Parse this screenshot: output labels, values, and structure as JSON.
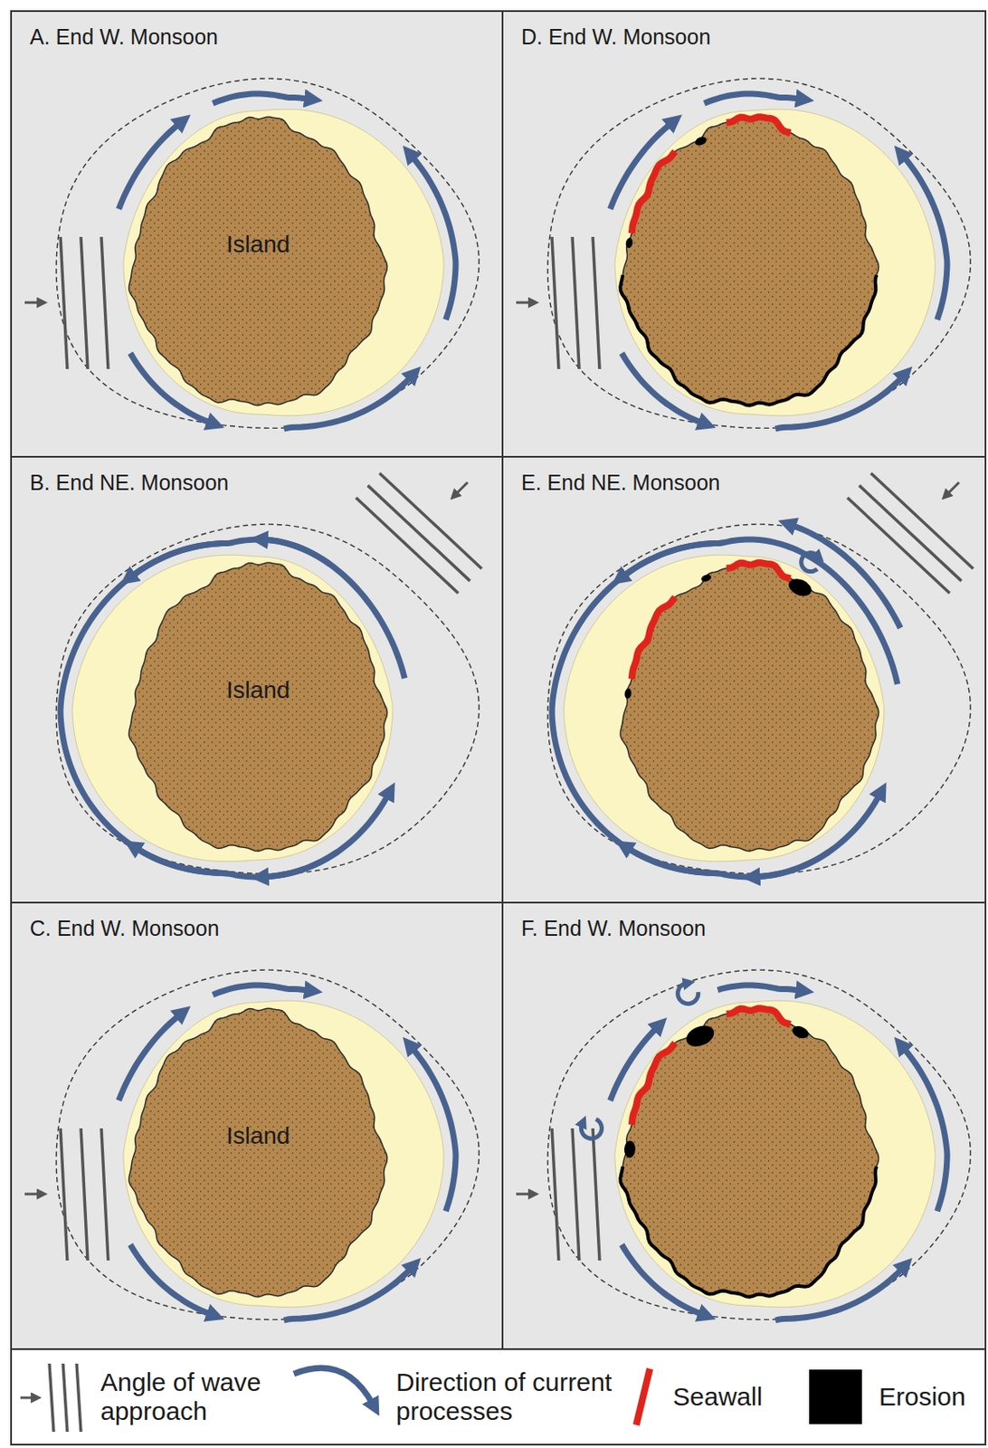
{
  "diagram": {
    "nodes": [
      {
        "text": [
          "A. End W. Monsoon"
        ]
      },
      {
        "text": [
          "Island"
        ],
        "in": 0
      },
      {
        "text": [
          "D. End W. Monsoon"
        ]
      },
      {
        "text": [
          "B. End NE. Monsoon"
        ]
      },
      {
        "text": [
          "Island"
        ],
        "in": 3
      },
      {
        "text": [
          "E. End NE. Monsoon"
        ]
      },
      {
        "text": [
          "C. End W. Monsoon"
        ]
      },
      {
        "text": [
          "Island"
        ],
        "in": 6
      },
      {
        "text": [
          "F. End W. Monsoon"
        ]
      }
    ],
    "legend": [
      {
        "text": "Angle of wave approach"
      },
      {
        "text": "Direction of current processes"
      },
      {
        "text": "Seawall"
      },
      {
        "text": "Erosion",
        "color": "#000000"
      }
    ]
  }
}
